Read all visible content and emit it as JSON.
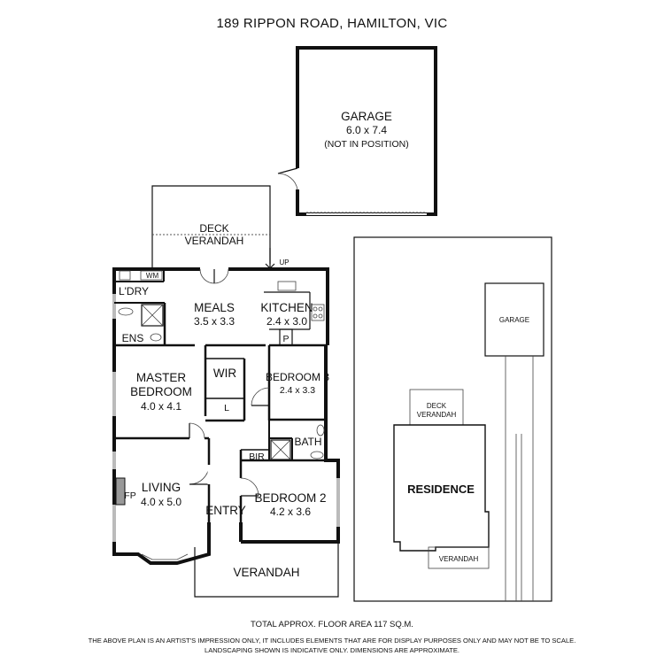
{
  "title": "189 RIPPON ROAD, HAMILTON, VIC",
  "garage": {
    "name": "GARAGE",
    "size": "6.0 x 7.4",
    "note": "(NOT IN POSITION)"
  },
  "rooms": {
    "deck": {
      "line1": "DECK",
      "line2": "VERANDAH"
    },
    "up": "UP",
    "wm": "WM",
    "laundry": "L'DRY",
    "meals": {
      "name": "MEALS",
      "size": "3.5 x 3.3"
    },
    "kitchen": {
      "name": "KITCHEN",
      "size": "2.4 x 3.0"
    },
    "pantry": "P",
    "ensuite": "ENS",
    "master": {
      "line1": "MASTER",
      "line2": "BEDROOM",
      "size": "4.0 x 4.1"
    },
    "wir": "WIR",
    "linen": "L",
    "bedroom3": {
      "name": "BEDROOM 3",
      "size": "2.4 x 3.3"
    },
    "bath": "BATH",
    "bir": "BIR",
    "living": {
      "name": "LIVING",
      "size": "4.0 x 5.0"
    },
    "fireplace": "FP",
    "entry": "ENTRY",
    "bedroom2": {
      "name": "BEDROOM 2",
      "size": "4.2 x 3.6"
    },
    "verandah": "VERANDAH"
  },
  "site": {
    "garage": "GARAGE",
    "deck_line1": "DECK",
    "deck_line2": "VERANDAH",
    "residence": "RESIDENCE",
    "verandah": "VERANDAH"
  },
  "footer": {
    "area": "TOTAL APPROX. FLOOR AREA 117 SQ.M.",
    "disclaimer1": "THE ABOVE PLAN IS AN ARTIST'S IMPRESSION ONLY, IT INCLUDES ELEMENTS THAT ARE FOR DISPLAY PURPOSES ONLY AND MAY NOT BE TO SCALE.",
    "disclaimer2": "LANDSCAPING SHOWN IS INDICATIVE ONLY. DIMENSIONS ARE APPROXIMATE."
  }
}
